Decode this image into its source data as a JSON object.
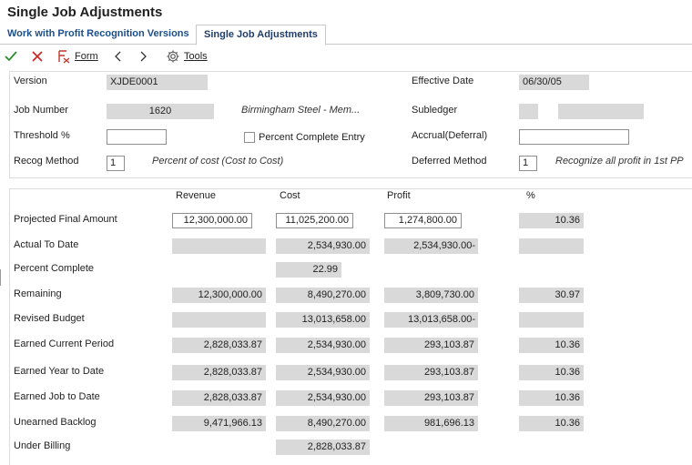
{
  "title": "Single Job Adjustments",
  "tabs": [
    {
      "label": "Work with Profit Recognition Versions"
    },
    {
      "label": "Single Job Adjustments"
    }
  ],
  "toolbar": {
    "form_label": "Form",
    "tools_label": "Tools"
  },
  "header": {
    "version_label": "Version",
    "version_value": "XJDE0001",
    "effective_date_label": "Effective Date",
    "effective_date_value": "06/30/05",
    "job_number_label": "Job Number",
    "job_number_value": "1620",
    "job_description": "Birmingham Steel - Mem...",
    "subledger_label": "Subledger",
    "subledger_value": "",
    "subledger_type": "",
    "threshold_label": "Threshold %",
    "threshold_value": "",
    "percent_complete_entry_label": "Percent Complete Entry",
    "accrual_label": "Accrual(Deferral)",
    "accrual_value": "",
    "recog_method_label": "Recog Method",
    "recog_method_value": "1",
    "recog_method_desc": "Percent of cost (Cost to Cost)",
    "deferred_method_label": "Deferred Method",
    "deferred_method_value": "1",
    "deferred_method_desc": "Recognize all profit in 1st PP"
  },
  "grid": {
    "columns": {
      "revenue": "Revenue",
      "cost": "Cost",
      "profit": "Profit",
      "percent": "%"
    },
    "rows": [
      {
        "label": "Projected Final Amount",
        "revenue": "12,300,000.00",
        "cost": "11,025,200.00",
        "profit": "1,274,800.00",
        "percent": "10.36"
      },
      {
        "label": "Actual To Date",
        "revenue": "",
        "cost": "2,534,930.00",
        "profit": "2,534,930.00-",
        "percent": ""
      },
      {
        "label": "Percent Complete",
        "cost": "22.99"
      },
      {
        "label": "Remaining",
        "revenue": "12,300,000.00",
        "cost": "8,490,270.00",
        "profit": "3,809,730.00",
        "percent": "30.97"
      },
      {
        "label": "Revised Budget",
        "revenue": "",
        "cost": "13,013,658.00",
        "profit": "13,013,658.00-",
        "percent": ""
      },
      {
        "label": "Earned Current Period",
        "revenue": "2,828,033.87",
        "cost": "2,534,930.00",
        "profit": "293,103.87",
        "percent": "10.36"
      },
      {
        "label": "Earned Year to Date",
        "revenue": "2,828,033.87",
        "cost": "2,534,930.00",
        "profit": "293,103.87",
        "percent": "10.36"
      },
      {
        "label": "Earned Job to Date",
        "revenue": "2,828,033.87",
        "cost": "2,534,930.00",
        "profit": "293,103.87",
        "percent": "10.36"
      },
      {
        "label": "Unearned Backlog",
        "revenue": "9,471,966.13",
        "cost": "8,490,270.00",
        "profit": "981,696.13",
        "percent": "10.36"
      },
      {
        "label": "Under Billing",
        "cost": "2,828,033.87"
      }
    ]
  },
  "colors": {
    "tab_text": "#1c4f8a",
    "check": "#2e8b2e",
    "close": "#cc2222",
    "form_icon": "#c0392b",
    "readonly_bg": "#d9d9d9"
  }
}
